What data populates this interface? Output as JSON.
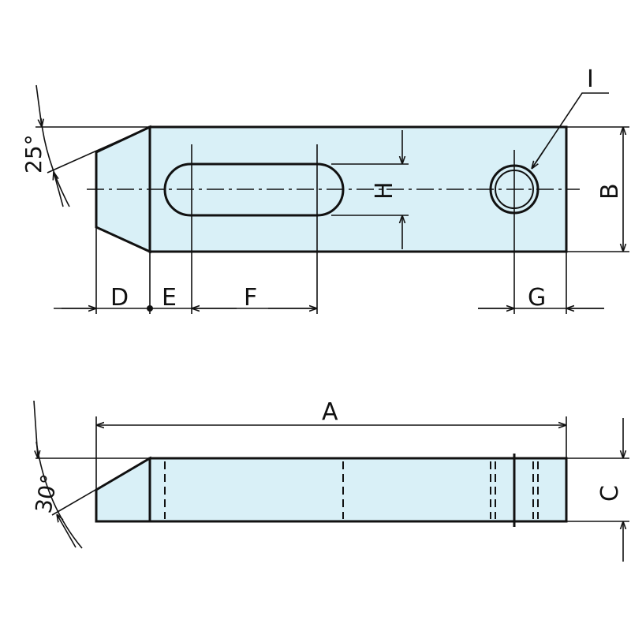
{
  "labels": {
    "A": "A",
    "B": "B",
    "C": "C",
    "D": "D",
    "E": "E",
    "F": "F",
    "G": "G",
    "H": "H",
    "I": "I"
  },
  "angles": {
    "top": "25°",
    "bottom": "30°"
  }
}
